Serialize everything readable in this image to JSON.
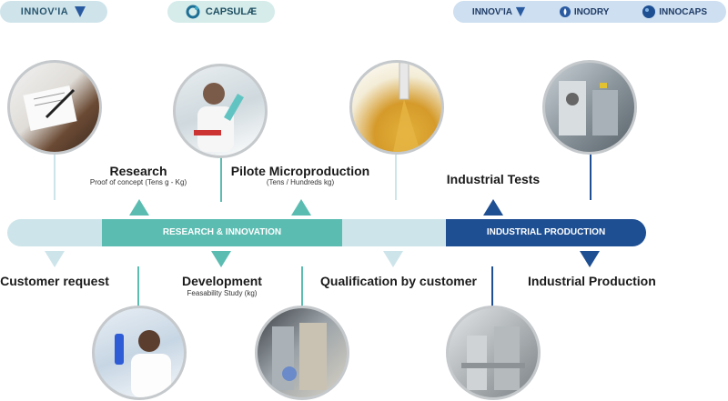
{
  "logos": {
    "left": "INNOV'IA",
    "mid": "CAPSULÆ",
    "right": [
      "INNOV'IA",
      "INODRY",
      "INNOCAPS"
    ]
  },
  "timeline": {
    "research_band": "RESEARCH & INNOVATION",
    "industrial_band": "INDUSTRIAL PRODUCTION"
  },
  "steps_above": [
    {
      "title": "Research",
      "subtitle": "Proof of concept (Tens g - Kg)"
    },
    {
      "title": "Pilote Microproduction",
      "subtitle": "(Tens / Hundreds kg)"
    },
    {
      "title": "Industrial Tests",
      "subtitle": ""
    }
  ],
  "steps_below": [
    {
      "title": "Customer request",
      "subtitle": ""
    },
    {
      "title": "Development",
      "subtitle": "Feasability Study (kg)"
    },
    {
      "title": "Qualification by customer",
      "subtitle": ""
    },
    {
      "title": "Industrial Production",
      "subtitle": ""
    }
  ],
  "colors": {
    "teal": "#5bbcb1",
    "light_band": "#cde5ea",
    "navy": "#1e4f93"
  }
}
